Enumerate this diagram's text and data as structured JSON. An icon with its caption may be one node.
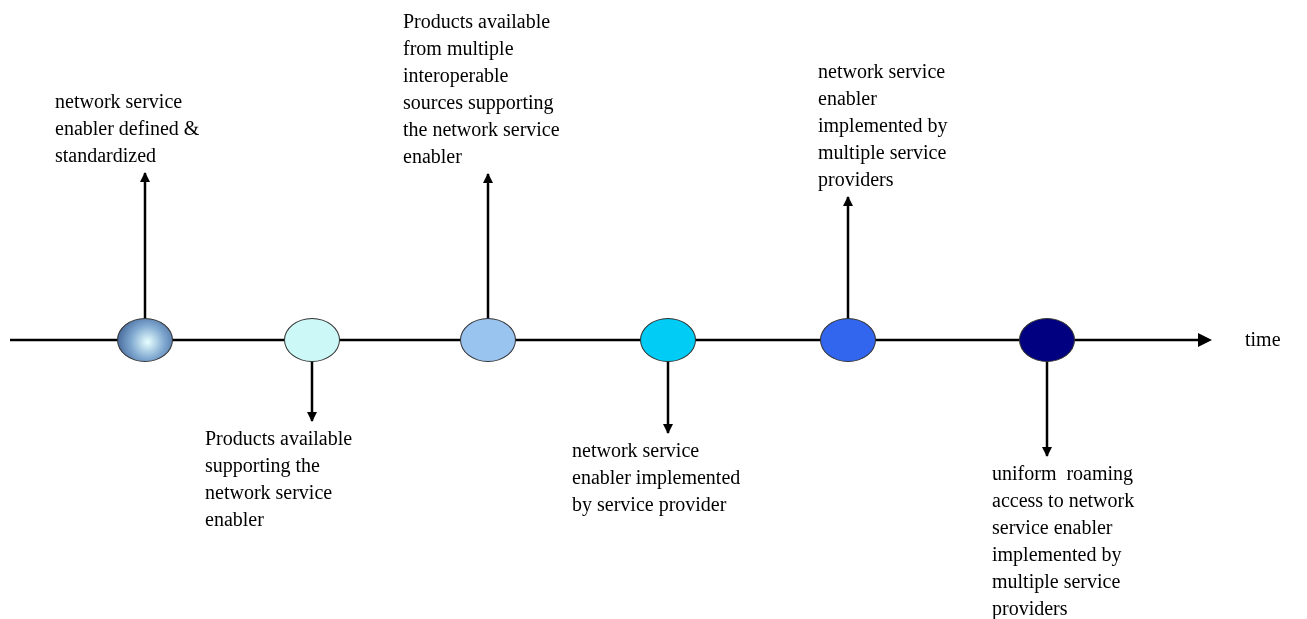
{
  "diagram": {
    "nodes": [
      {
        "text": [],
        "shape": "circle"
      },
      {
        "text": [],
        "shape": "circle"
      },
      {
        "text": [],
        "shape": "circle"
      },
      {
        "text": [],
        "shape": "circle"
      },
      {
        "text": [],
        "shape": "circle"
      },
      {
        "text": [],
        "shape": "circle"
      },
      {
        "text": [
          "network service enabler defined & standardized"
        ]
      },
      {
        "text": [
          "Products available supporting the network service enabler"
        ]
      },
      {
        "text": [
          "Products available  from multiple interoperable sources supporting the network service enabler"
        ]
      },
      {
        "text": [
          "network service enabler implemented by service provider"
        ]
      },
      {
        "text": [
          "network service enabler implemented by multiple service providers"
        ]
      },
      {
        "text": [
          "uniform  roaming access to network service enabler implemented by multiple service providers"
        ]
      }
    ],
    "edges": [
      {
        "from": 0,
        "to": 6,
        "arrow": "to"
      },
      {
        "from": 1,
        "to": 7,
        "arrow": "to"
      },
      {
        "from": 2,
        "to": 8,
        "arrow": "to"
      },
      {
        "from": 3,
        "to": 9,
        "arrow": "to"
      },
      {
        "from": 4,
        "to": 10,
        "arrow": "to"
      },
      {
        "from": 5,
        "to": 11,
        "arrow": "to"
      }
    ],
    "labels": [
      "time"
    ]
  }
}
